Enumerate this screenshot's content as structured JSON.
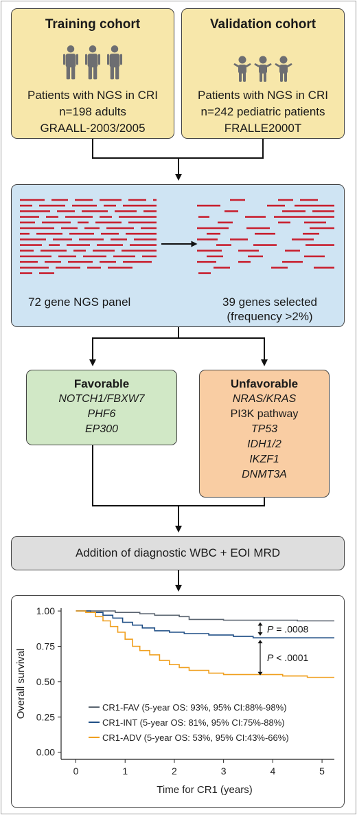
{
  "training": {
    "title": "Training cohort",
    "icon": "adult-person-icon",
    "lines": [
      "Patients with NGS in CRI",
      "n=198 adults",
      "GRAALL-2003/2005"
    ]
  },
  "validation": {
    "title": "Validation cohort",
    "icon": "child-person-icon",
    "lines": [
      "Patients with NGS in CRI",
      "n=242 pediatric patients",
      "FRALLE2000T"
    ]
  },
  "ngs": {
    "left_label": "72 gene NGS panel",
    "right_label": [
      "39 genes selected",
      "(frequency >2%)"
    ],
    "bar_color": "#c8202f"
  },
  "favorable": {
    "title": "Favorable",
    "genes": [
      {
        "text": "NOTCH1/FBXW7",
        "italic": true
      },
      {
        "text": "PHF6",
        "italic": true
      },
      {
        "text": "EP300",
        "italic": true
      }
    ]
  },
  "unfavorable": {
    "title": "Unfavorable",
    "genes": [
      {
        "text": "NRAS/KRAS",
        "italic": true
      },
      {
        "text": "PI3K pathway",
        "italic": false
      },
      {
        "text": "TP53",
        "italic": true
      },
      {
        "text": "IDH1/2",
        "italic": true
      },
      {
        "text": "IKZF1",
        "italic": true
      },
      {
        "text": "DNMT3A",
        "italic": true
      }
    ]
  },
  "combine": {
    "label": "Addition of diagnostic WBC + EOI MRD"
  },
  "chart_data": {
    "type": "line",
    "xlabel": "Time for CR1 (years)",
    "ylabel": "Overall survival",
    "xlim": [
      -0.3,
      5.25
    ],
    "ylim": [
      -0.05,
      1.02
    ],
    "xticks": [
      0,
      1,
      2,
      3,
      4,
      5
    ],
    "yticks": [
      0,
      0.25,
      0.5,
      0.75,
      1
    ],
    "ytick_labels": [
      "0.00",
      "0.25",
      "0.50",
      "0.75",
      "1.00"
    ],
    "legend_position": "bottom-right",
    "series": [
      {
        "name": "CR1-FAV (5-year OS: 93%, 95% CI:88%-98%)",
        "color": "#5a6470",
        "points": [
          [
            0,
            1
          ],
          [
            0.8,
            1
          ],
          [
            0.8,
            0.99
          ],
          [
            1.3,
            0.99
          ],
          [
            1.3,
            0.98
          ],
          [
            1.6,
            0.98
          ],
          [
            1.6,
            0.97
          ],
          [
            2.1,
            0.97
          ],
          [
            2.1,
            0.96
          ],
          [
            2.3,
            0.96
          ],
          [
            2.3,
            0.94
          ],
          [
            3.0,
            0.94
          ],
          [
            3.0,
            0.935
          ],
          [
            4.5,
            0.935
          ],
          [
            4.5,
            0.93
          ],
          [
            5.25,
            0.93
          ]
        ]
      },
      {
        "name": "CR1-INT (5-year OS: 81%, 95% CI:75%-88%)",
        "color": "#1f4e85",
        "points": [
          [
            0,
            1
          ],
          [
            0.3,
            1
          ],
          [
            0.3,
            0.99
          ],
          [
            0.55,
            0.99
          ],
          [
            0.55,
            0.97
          ],
          [
            0.75,
            0.97
          ],
          [
            0.75,
            0.95
          ],
          [
            0.95,
            0.95
          ],
          [
            0.95,
            0.92
          ],
          [
            1.15,
            0.92
          ],
          [
            1.15,
            0.9
          ],
          [
            1.35,
            0.9
          ],
          [
            1.35,
            0.88
          ],
          [
            1.6,
            0.88
          ],
          [
            1.6,
            0.86
          ],
          [
            1.9,
            0.86
          ],
          [
            1.9,
            0.85
          ],
          [
            2.2,
            0.85
          ],
          [
            2.2,
            0.84
          ],
          [
            2.7,
            0.84
          ],
          [
            2.7,
            0.83
          ],
          [
            3.2,
            0.83
          ],
          [
            3.2,
            0.82
          ],
          [
            3.6,
            0.82
          ],
          [
            3.6,
            0.81
          ],
          [
            5.25,
            0.81
          ]
        ]
      },
      {
        "name": "CR1-ADV (5-year OS: 53%, 95% CI:43%-66%)",
        "color": "#f0a020",
        "points": [
          [
            0,
            1
          ],
          [
            0.2,
            1
          ],
          [
            0.2,
            0.99
          ],
          [
            0.4,
            0.99
          ],
          [
            0.4,
            0.96
          ],
          [
            0.55,
            0.96
          ],
          [
            0.55,
            0.93
          ],
          [
            0.7,
            0.93
          ],
          [
            0.7,
            0.89
          ],
          [
            0.85,
            0.89
          ],
          [
            0.85,
            0.85
          ],
          [
            1.0,
            0.85
          ],
          [
            1.0,
            0.8
          ],
          [
            1.15,
            0.8
          ],
          [
            1.15,
            0.75
          ],
          [
            1.3,
            0.75
          ],
          [
            1.3,
            0.72
          ],
          [
            1.5,
            0.72
          ],
          [
            1.5,
            0.69
          ],
          [
            1.7,
            0.69
          ],
          [
            1.7,
            0.65
          ],
          [
            1.9,
            0.65
          ],
          [
            1.9,
            0.62
          ],
          [
            2.1,
            0.62
          ],
          [
            2.1,
            0.6
          ],
          [
            2.3,
            0.6
          ],
          [
            2.3,
            0.58
          ],
          [
            2.7,
            0.58
          ],
          [
            2.7,
            0.56
          ],
          [
            3.0,
            0.56
          ],
          [
            3.0,
            0.55
          ],
          [
            4.2,
            0.55
          ],
          [
            4.2,
            0.54
          ],
          [
            4.7,
            0.54
          ],
          [
            4.7,
            0.53
          ],
          [
            5.25,
            0.53
          ]
        ]
      }
    ],
    "annotations": [
      {
        "label_prefix": "P",
        "label_value": " = .0008",
        "from": 0.935,
        "to": 0.81
      },
      {
        "label_prefix": "P",
        "label_value": " < .0001",
        "from": 0.81,
        "to": 0.53
      }
    ]
  }
}
